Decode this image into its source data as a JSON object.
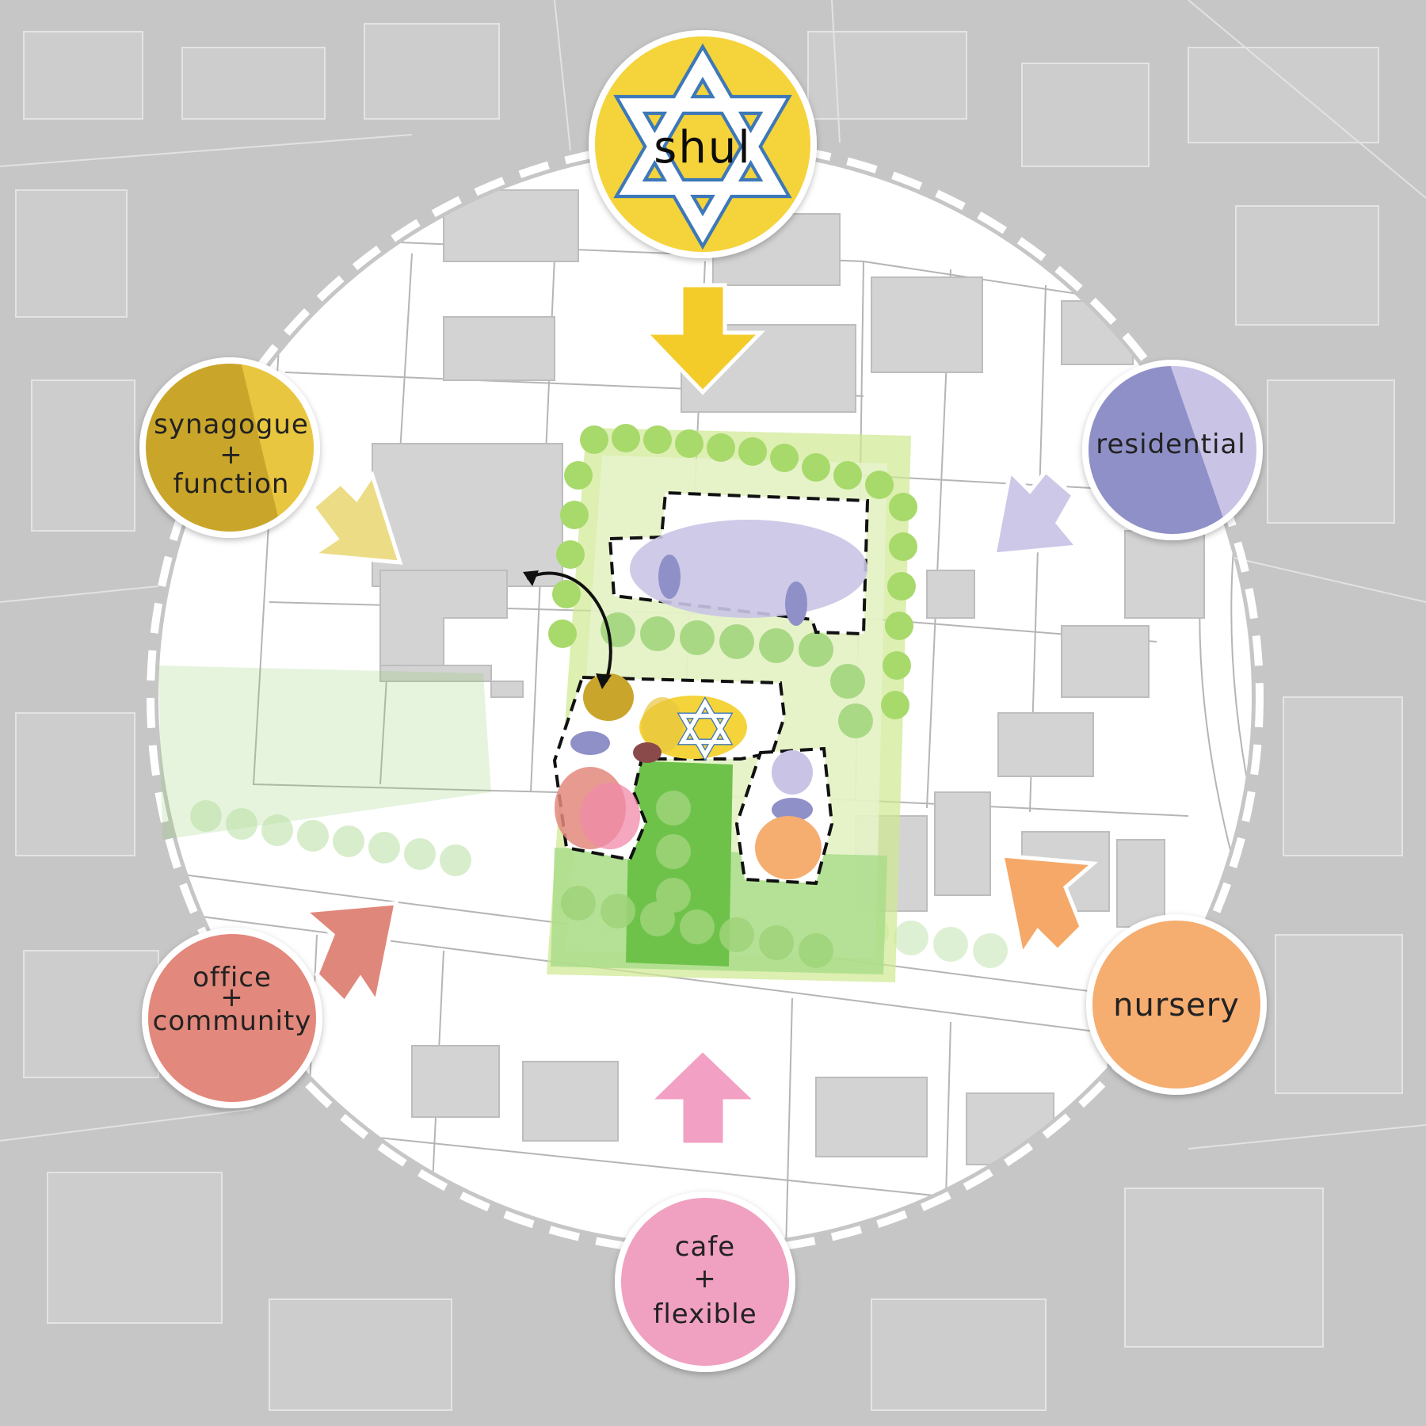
{
  "labels": {
    "shul": "shul",
    "synagogue": "synagogue",
    "synagogue_plus": "+",
    "function": "function",
    "residential": "residential",
    "office": "office",
    "office_plus": "+",
    "community": "community",
    "nursery": "nursery",
    "cafe": "cafe",
    "cafe_plus": "+",
    "flexible": "flexible"
  },
  "icons": {
    "star": "star-of-david-icon"
  },
  "colors": {
    "background": "#c6c6c6",
    "site_circle": "#ffffff",
    "block": "#d3d3d3",
    "shul": "#f5d33a",
    "shul_arrow": "#f3cc2a",
    "synagogue": "#c9a52c",
    "synagogue_light": "#e8c640",
    "synagogue_arrow": "#ecdc86",
    "residential": "#8f90c8",
    "residential_light": "#c9c4e6",
    "residential_arrow": "#cdc7e8",
    "office": "#e3887c",
    "office_arrow": "#e0877b",
    "nursery": "#f6ad70",
    "nursery_arrow": "#f5a868",
    "cafe": "#f0a0c0",
    "cafe_arrow": "#f2a0c4",
    "green": "#8fcf6a",
    "green_dark": "#6ec24a",
    "star_stroke": "#3d78b8"
  }
}
